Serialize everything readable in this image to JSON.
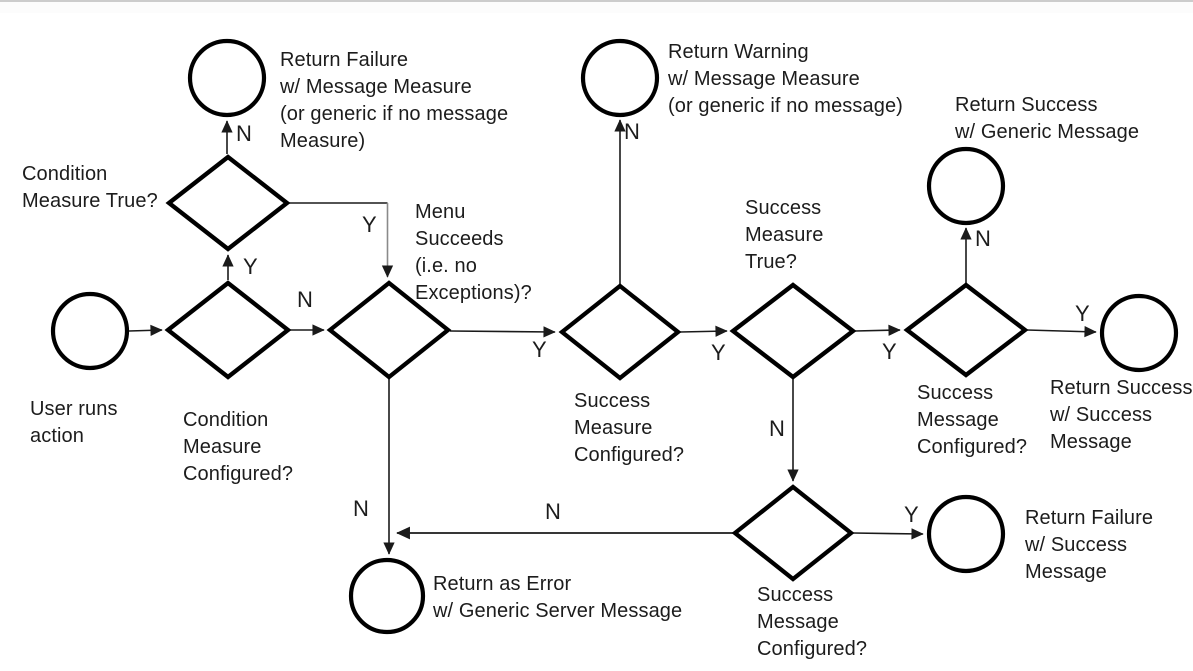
{
  "flowchart": {
    "colors": {
      "shape_stroke": "#000000",
      "connector": "#1a1a1a",
      "elbow_connector_gray": "#8a8a8a",
      "divider": "#cccccc"
    },
    "nodes": {
      "start": "User runs\naction",
      "condition_measure_configured": "Condition\nMeasure\nConfigured?",
      "condition_measure_true": "Condition\nMeasure True?",
      "return_failure_message_measure": "Return Failure\nw/ Message Measure\n(or generic if no message\nMeasure)",
      "menu_succeeds": "Menu\nSucceeds\n(i.e. no\nExceptions)?",
      "return_warning": "Return Warning\nw/ Message Measure\n(or generic if no message)",
      "success_measure_configured": "Success\nMeasure\nConfigured?",
      "success_measure_true": "Success\nMeasure\nTrue?",
      "success_message_configured_upper": "Success\nMessage\nConfigured?",
      "return_success_generic": "Return Success\nw/ Generic Message",
      "return_success_with_message": "Return Success\nw/ Success\nMessage",
      "success_message_configured_lower": "Success\nMessage\nConfigured?",
      "return_failure_success_message": "Return Failure\nw/ Success\nMessage",
      "return_as_error": "Return as Error\nw/ Generic Server Message"
    },
    "edge_labels": {
      "yes": "Y",
      "no": "N"
    }
  }
}
